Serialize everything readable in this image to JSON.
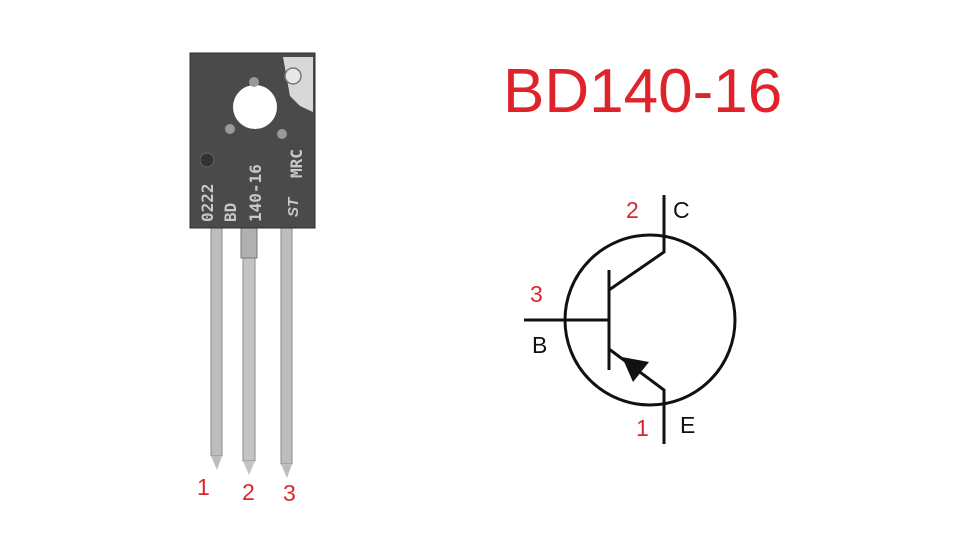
{
  "title": "BD140-16",
  "package": {
    "marking_lines": [
      "0222",
      "BD",
      "140-16",
      "MRC"
    ],
    "pin_labels": [
      "1",
      "2",
      "3"
    ]
  },
  "symbol": {
    "collector": {
      "pin": "2",
      "label": "C"
    },
    "base": {
      "pin": "3",
      "label": "B"
    },
    "emitter": {
      "pin": "1",
      "label": "E"
    }
  },
  "colors": {
    "title": "#e0232a",
    "pin_number": "#d9272e",
    "package_body": "#4a4a4a"
  }
}
